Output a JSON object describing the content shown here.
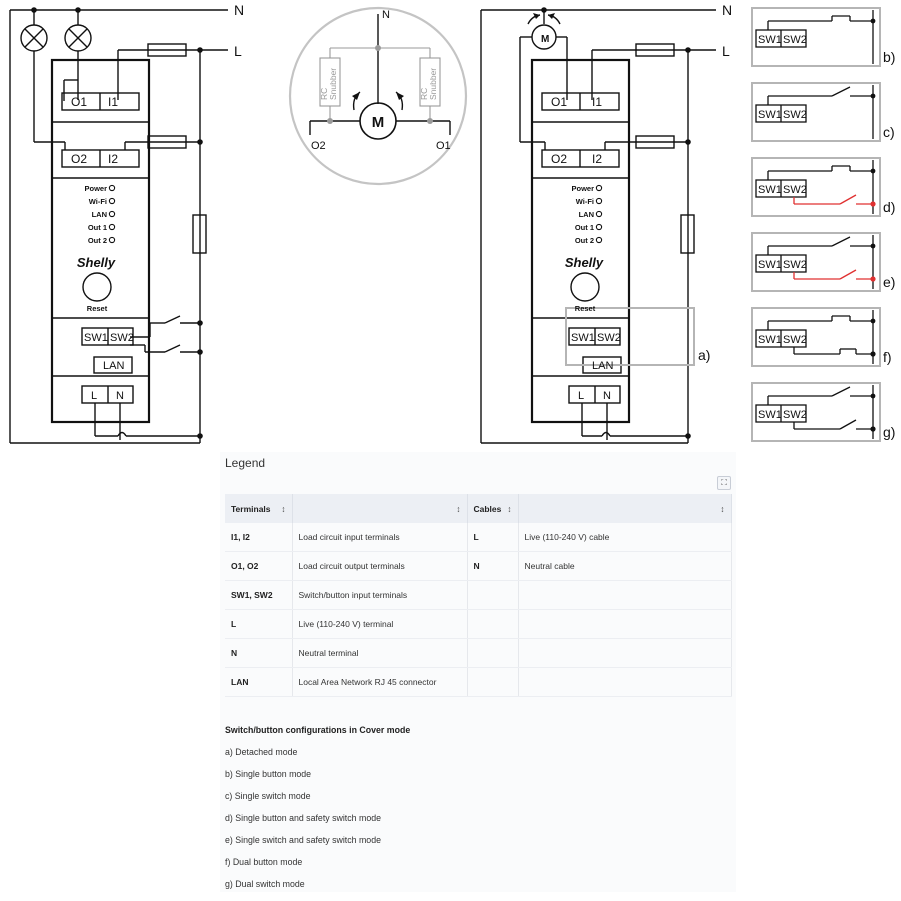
{
  "diagram": {
    "N": "N",
    "L": "L",
    "O1": "O1",
    "I1": "I1",
    "O2": "O2",
    "I2": "I2",
    "leds": [
      "Power",
      "Wi-Fi",
      "LAN",
      "Out 1",
      "Out 2"
    ],
    "brand": "Shelly",
    "reset": "Reset",
    "SW1": "SW1",
    "SW2": "SW2",
    "LAN": "LAN",
    "Lterm": "L",
    "Nterm": "N",
    "motor": "M",
    "snubber_line1": "RC",
    "snubber_line2": "Snubber",
    "circle_O2": "O2",
    "circle_O1": "O1",
    "label_a": "a)",
    "panel_labels": [
      "b)",
      "c)",
      "d)",
      "e)",
      "f)",
      "g)"
    ]
  },
  "legend": {
    "title": "Legend",
    "headers": [
      "Terminals",
      "",
      "Cables",
      ""
    ],
    "rows": [
      [
        "I1, I2",
        "Load circuit input terminals",
        "L",
        "Live (110-240 V) cable"
      ],
      [
        "O1, O2",
        "Load circuit output terminals",
        "N",
        "Neutral cable"
      ],
      [
        "SW1, SW2",
        "Switch/button input terminals",
        "",
        ""
      ],
      [
        "L",
        "Live (110-240 V) terminal",
        "",
        ""
      ],
      [
        "N",
        "Neutral terminal",
        "",
        ""
      ],
      [
        "LAN",
        "Local Area Network RJ 45 connector",
        "",
        ""
      ]
    ]
  },
  "modes": {
    "title": "Switch/button configurations in Cover mode",
    "items": [
      "a) Detached mode",
      "b) Single button mode",
      "c) Single switch mode",
      "d) Single button and safety switch mode",
      "e) Single switch and safety switch mode",
      "f) Dual button mode",
      "g) Dual switch mode"
    ]
  },
  "colors": {
    "safety_wire": "#e03030",
    "frame": "#b5b5b5",
    "line": "#111111"
  }
}
